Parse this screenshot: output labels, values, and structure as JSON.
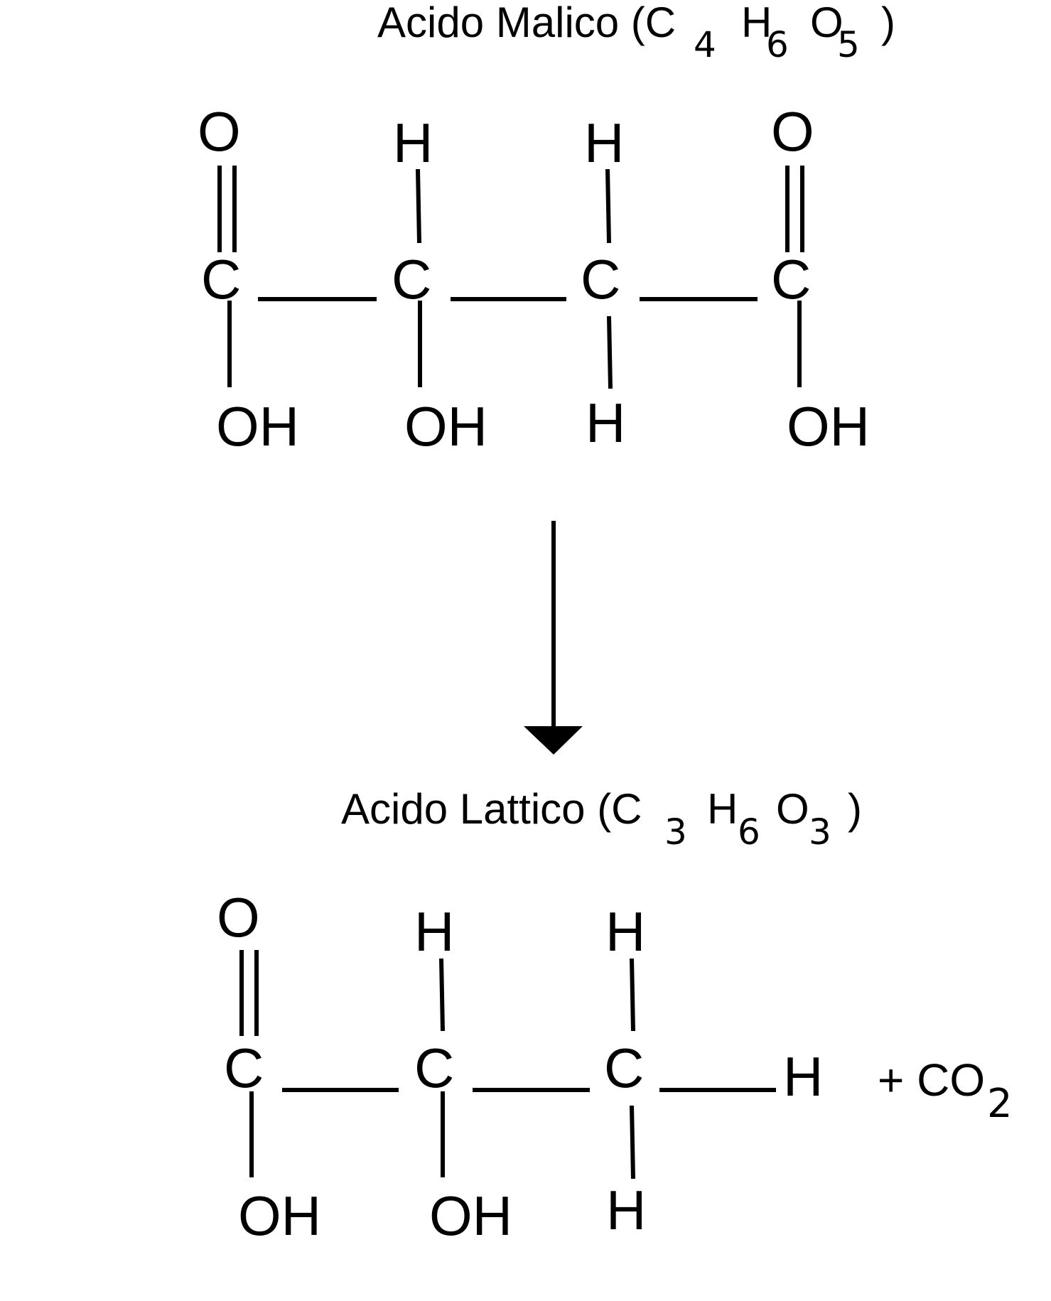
{
  "malic": {
    "title_prefix": "Acido Malico (C",
    "sub_c": "4",
    "h": "H",
    "sub_h": "6",
    "o": "O",
    "sub_o": "5",
    "close": ")",
    "atoms": {
      "o1": "O",
      "h1": "H",
      "h2": "H",
      "o2": "O",
      "c1": "C",
      "c2": "C",
      "c3": "C",
      "c4": "C",
      "oh1": "OH",
      "oh2": "OH",
      "h3": "H",
      "oh3": "OH"
    }
  },
  "lactic": {
    "title_prefix": "Acido Lattico (C",
    "sub_c": "3",
    "h": "H",
    "sub_h": "6",
    "o": "O",
    "sub_o": "3",
    "close": ")",
    "atoms": {
      "o1": "O",
      "h1": "H",
      "h2": "H",
      "c1": "C",
      "c2": "C",
      "c3": "C",
      "h_right": "H",
      "oh1": "OH",
      "oh2": "OH",
      "h3": "H"
    },
    "byproduct": {
      "plus": "+ CO",
      "sub": "2"
    }
  }
}
